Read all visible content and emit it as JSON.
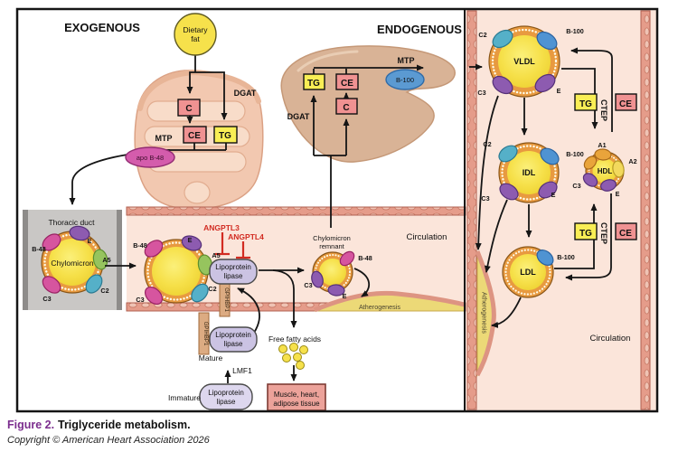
{
  "sections": {
    "exogenous": "EXOGENOUS",
    "endogenous": "ENDOGENOUS"
  },
  "caption": {
    "figure_label": "Figure 2.",
    "title": "Triglyceride metabolism.",
    "copyright": "Copyright © American Heart Association 2026"
  },
  "organs": {
    "dietary_fat": {
      "line1": "Dietary",
      "line2": "fat"
    },
    "intestine": {
      "dgat": "DGAT",
      "mtp": "MTP",
      "apo_b48": "apo B-48"
    },
    "liver": {
      "dgat": "DGAT",
      "mtp": "MTP",
      "b100": "B-100"
    },
    "thoracic_duct_label": "Thoracic duct"
  },
  "boxes": {
    "c": "C",
    "ce": "CE",
    "tg": "TG"
  },
  "circulation": {
    "label_horizontal": "Circulation",
    "label_vertical": "Circulation",
    "angptl3": "ANGPTL3",
    "angptl4": "ANGPTL4",
    "lpl_line1": "Lipoprotein",
    "lpl_line2": "lipase",
    "gpihbp1": "GPIHBP1",
    "mature": "Mature",
    "immature": "Immature",
    "lmf1": "LMF1",
    "ffa": "Free fatty acids",
    "muscle_line1": "Muscle, heart,",
    "muscle_line2": "adipose tissue",
    "atherogenesis_horizontal": "Atherogenesis",
    "atherogenesis_vertical": "Atherogenesis",
    "cetp": "CTEP"
  },
  "particles": {
    "chylomicron": {
      "name": "Chylomicron",
      "b48": "B-48",
      "e": "E",
      "a5": "A5",
      "c2": "C2",
      "c3": "C3"
    },
    "remnant": {
      "line1": "Chylomicron",
      "line2": "remnant",
      "b48": "B-48",
      "c3": "C3",
      "e": "E"
    },
    "vldl": {
      "name": "VLDL",
      "c2": "C2",
      "b100": "B-100",
      "c3": "C3",
      "e": "E"
    },
    "idl": {
      "name": "IDL",
      "c2": "C2",
      "b100": "B-100",
      "c3": "C3",
      "e": "E"
    },
    "ldl": {
      "name": "LDL",
      "b100": "B-100"
    },
    "hdl": {
      "name": "HDL",
      "a1": "A1",
      "a2": "A2",
      "c3": "C3",
      "e": "E"
    }
  },
  "colors": {
    "red_label": "#d22b21",
    "caption_purple": "#7b2d8e",
    "tg_yellow": "#f9ee55",
    "ce_pink": "#f09292",
    "particle_core": "#f6e049",
    "particle_rim": "#e89a40",
    "vessel_wall": "#e59c8a",
    "lumen": "#fbe5da",
    "plaque_yellow": "#ecd977",
    "lpl_lavender": "#cbc3e3",
    "gpihbp1_tan": "#dcab82",
    "apob48_magenta": "#d45cac",
    "b100_blue": "#5b9ad2",
    "muscle_pink": "#eca29a"
  }
}
